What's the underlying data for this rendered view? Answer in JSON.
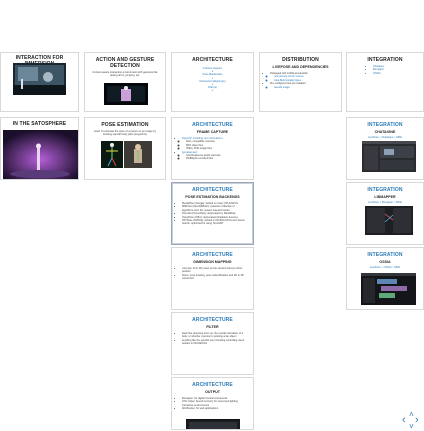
{
  "cards": {
    "interaction": {
      "title": "INTERACTION FOR IMMERSION"
    },
    "action": {
      "title": "ACTION AND GESTURE DETECTION",
      "text": "Context-aware interaction environment with gestures like raising arms, jumping, etc."
    },
    "architecture_top": {
      "title": "ARCHITECTURE",
      "nav": [
        "Frames Capture",
        "v",
        "Pose Backend(s)",
        "v",
        "Dimension Mapping(s)",
        "v",
        "Filter(s)",
        "v"
      ]
    },
    "distribution": {
      "title": "DISTRIBUTION",
      "subtitle": "LIVEPOSE AND DEPENDENCIES",
      "items": [
        "Packaged with CUDA acceleration",
        "new privacy-centric source",
        "Java Build parallel pipes",
        "Pre-configured and pre-installed",
        "pseudo image"
      ]
    },
    "integration_top": {
      "title": "INTEGRATION",
      "items": [
        "Chataigne",
        "libmapper",
        "OSSIA"
      ]
    },
    "satosphere": {
      "title": "IN THE SATOSPHERE"
    },
    "pose": {
      "title": "POSE ESTIMATION",
      "text": "Goal: To estimate the pose of a person in an image by locating special body parts (keypoints)"
    },
    "frame": {
      "title": "ARCHITECTURE",
      "subtitle": "FRAME CAPTURE",
      "items": [
        "OpenCV: Including, but not limited to",
        "FALL compatible cameras",
        "MP4 video files",
        "JPEG, PNG image files",
        "pyrealsense2:",
        "Intel Realsense depth cameras",
        "RGBdepth encoded files"
      ]
    },
    "chataigne": {
      "title": "INTEGRATION",
      "subtitle": "CHATAIGNE",
      "crumb": "LivePose > Chataigne > MPE"
    },
    "backends": {
      "title": "ARCHITECTURE",
      "subtitle": "POSE ESTIMATION BACKENDS",
      "items": [
        "MediaPipe (Google): default on many CPUs/GPUs",
        "MMPose (OpenMMLab): extensive collection of algorithms from the newest research works",
        "PoseNet (Tensorflow): deprecated by MediaPipe",
        "OpenPose (CMU): deprecated (limitations license)",
        "TRTPose (NVIDIA): default on NVIDIA GPUs and Jetson boards, optimized for using TensorRT"
      ]
    },
    "libmapper": {
      "title": "INTEGRATION",
      "subtitle": "LIBMAPPER",
      "crumb": "LivePose > libmapper > MPE"
    },
    "dimension": {
      "title": "ARCHITECTURE",
      "subtitle": "DIMENSION MAPPING",
      "items": [
        "currently: from 2D poses (in the camera frame) to floor position",
        "future: pose tracking, pose reidentification and 2D to 3D conversion"
      ]
    },
    "ossia": {
      "title": "INTEGRATION",
      "subtitle": "OSSIA",
      "crumb": "LivePose > OSSIA > MPE"
    },
    "filter": {
      "title": "ARCHITECTURE",
      "subtitle": "FILTER",
      "items": [
        "basic like detecting arms up, the overall orientation of a body, or whether a person is pointing at an object",
        "anything like the specific user including controlling users' avatars in MozillaHubs"
      ]
    },
    "output": {
      "title": "ARCHITECTURE",
      "subtitle": "OUTPUT",
      "items": [
        "libmapper: for digital musical instruments",
        "OSC (Open Sound Control): for sound and lighting interactive environments",
        "WebSocket: for web applications"
      ]
    }
  },
  "nav": {
    "left": "‹",
    "right": "›",
    "up": "˄",
    "down": "˅"
  },
  "colors": {
    "accent": "#2a7ab9"
  }
}
